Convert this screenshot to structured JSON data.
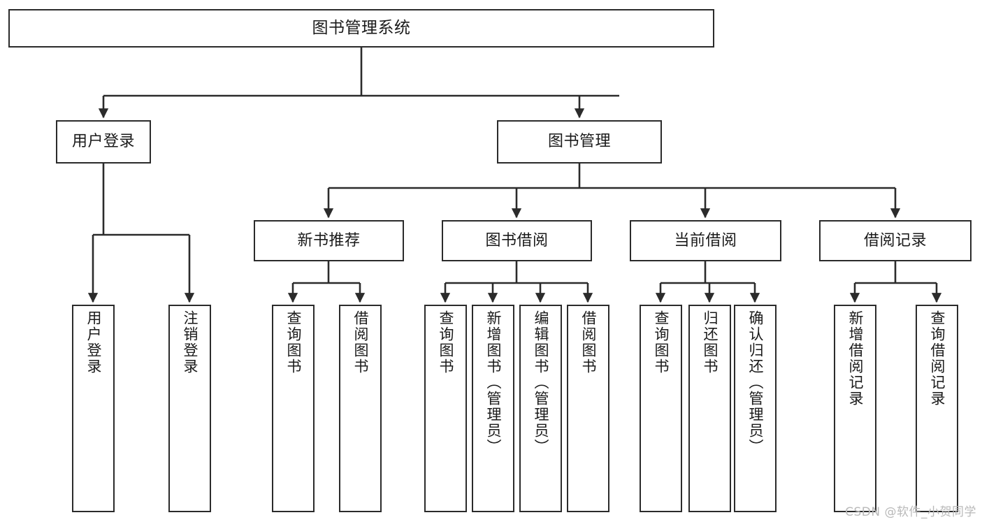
{
  "diagram": {
    "title": "图书管理系统",
    "type": "tree",
    "watermark": "CSDN @软件_小贺同学",
    "colors": {
      "border": "#2b2b2b",
      "background": "#ffffff",
      "text": "#1a1a1a",
      "watermark": "#b9b9b9"
    },
    "nodes": {
      "root": {
        "label": "图书管理系统"
      },
      "level1": [
        {
          "label": "用户登录"
        },
        {
          "label": "图书管理"
        }
      ],
      "level2": [
        {
          "label": "新书推荐"
        },
        {
          "label": "图书借阅"
        },
        {
          "label": "当前借阅"
        },
        {
          "label": "借阅记录"
        }
      ],
      "leaves": {
        "user_login": [
          {
            "label": "用户登录"
          },
          {
            "label": "注销登录"
          }
        ],
        "new_books": [
          {
            "label": "查询图书"
          },
          {
            "label": "借阅图书"
          }
        ],
        "borrow_books": [
          {
            "label": "查询图书"
          },
          {
            "label": "新增图书（管理员）"
          },
          {
            "label": "编辑图书（管理员）"
          },
          {
            "label": "借阅图书"
          }
        ],
        "current_borrow": [
          {
            "label": "查询图书"
          },
          {
            "label": "归还图书"
          },
          {
            "label": "确认归还（管理员）"
          }
        ],
        "borrow_records": [
          {
            "label": "新增借阅记录"
          },
          {
            "label": "查询借阅记录"
          }
        ]
      }
    }
  }
}
